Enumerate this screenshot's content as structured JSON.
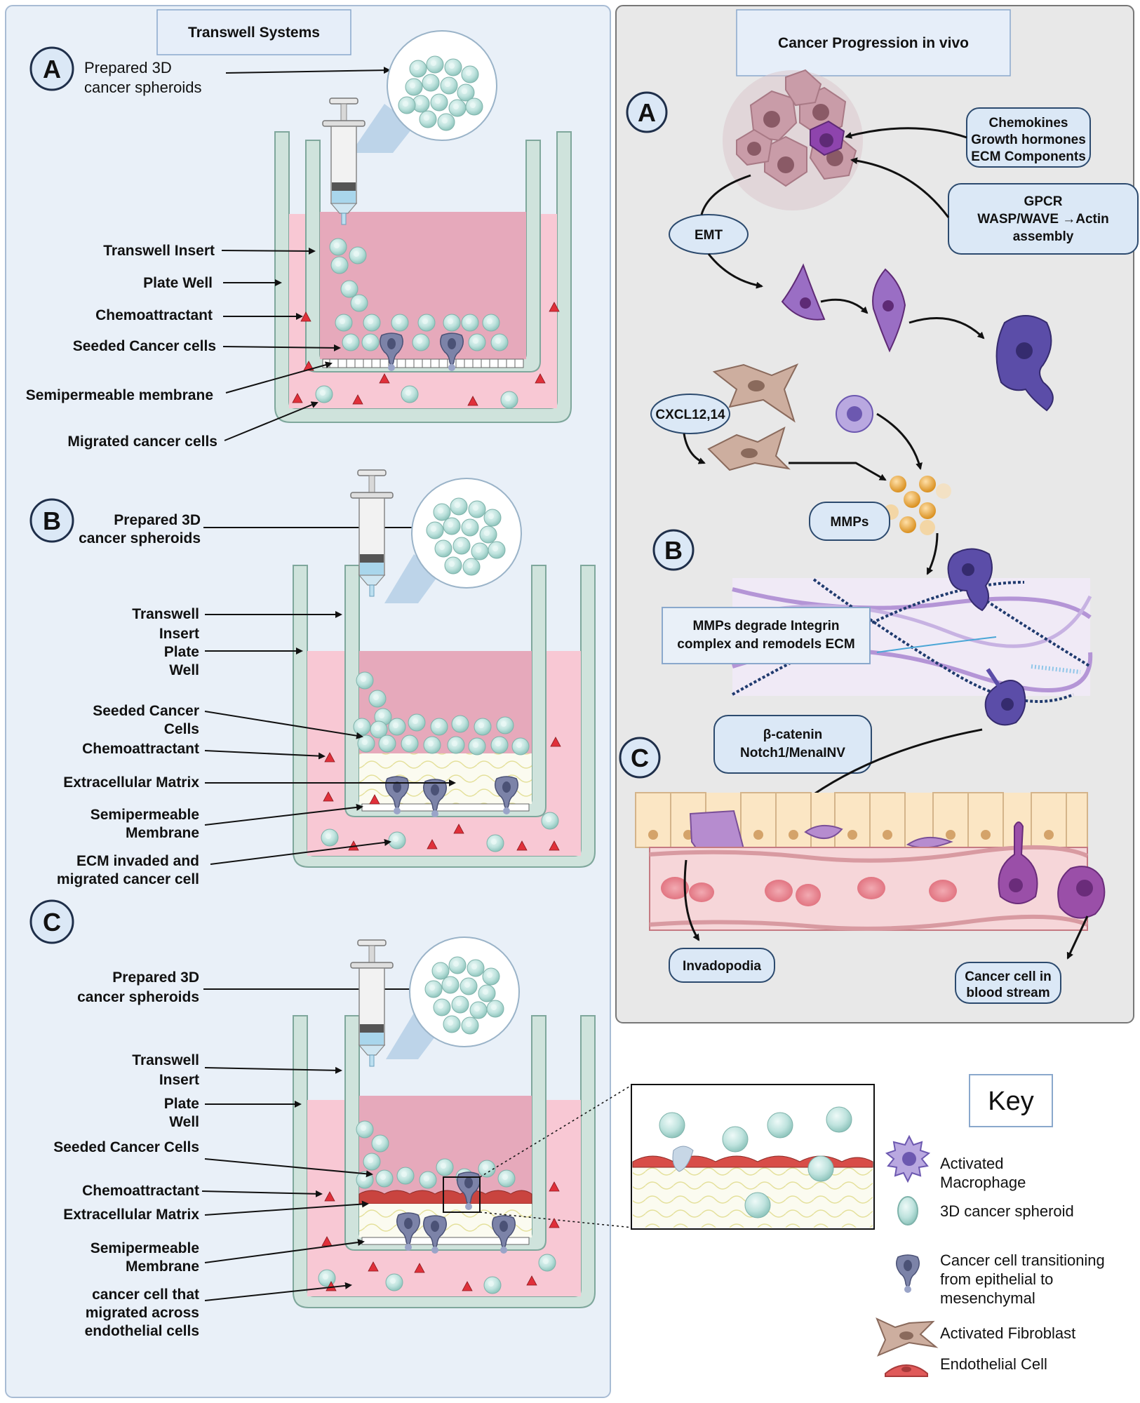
{
  "left_panel": {
    "title": "Transwell Systems",
    "sections": [
      {
        "letter": "A",
        "labels": {
          "spheroids_1": "Prepared 3D",
          "spheroids_2": "cancer spheroids",
          "insert": "Transwell Insert",
          "well": "Plate Well",
          "chemo": "Chemoattractant",
          "seeded": "Seeded Cancer cells",
          "membrane": "Semipermeable membrane",
          "migrated": "Migrated cancer cells"
        }
      },
      {
        "letter": "B",
        "labels": {
          "spheroids_1": "Prepared 3D",
          "spheroids_2": "cancer spheroids",
          "insert_1": "Transwell",
          "insert_2": "Insert",
          "well_1": "Plate",
          "well_2": "Well",
          "seeded_1": "Seeded Cancer",
          "seeded_2": "Cells",
          "chemo": "Chemoattractant",
          "ecm": "Extracellular Matrix",
          "membrane_1": "Semipermeable",
          "membrane_2": "Membrane",
          "invaded_1": "ECM invaded and",
          "invaded_2": "migrated cancer cell"
        }
      },
      {
        "letter": "C",
        "labels": {
          "spheroids_1": "Prepared 3D",
          "spheroids_2": "cancer spheroids",
          "insert_1": "Transwell",
          "insert_2": "Insert",
          "well_1": "Plate",
          "well_2": "Well",
          "seeded": "Seeded Cancer Cells",
          "chemo": "Chemoattractant",
          "ecm": "Extracellular Matrix",
          "membrane_1": "Semipermeable",
          "membrane_2": "Membrane",
          "across_1": "cancer cell that",
          "across_2": "migrated across",
          "across_3": "endothelial cells"
        }
      }
    ]
  },
  "right_panel": {
    "title": "Cancer  Progression in vivo",
    "letters": [
      "A",
      "B",
      "C"
    ],
    "boxes": {
      "chemokines_1": "Chemokines",
      "chemokines_2": "Growth hormones",
      "chemokines_3": "ECM Components",
      "gpcr_1": "GPCR",
      "gpcr_2": "WASP/WAVE →Actin",
      "gpcr_3": "assembly",
      "emt": "EMT",
      "cxcl": "CXCL12,14",
      "mmps": "MMPs",
      "mmp_degrade_1": "MMPs degrade Integrin",
      "mmp_degrade_2": "complex and remodels ECM",
      "bcat_1": "β-catenin",
      "bcat_2": "Notch1/MenaINV",
      "invadopodia": "Invadopodia",
      "bloodstream_1": "Cancer cell in",
      "bloodstream_2": "blood stream"
    }
  },
  "key": {
    "title": "Key",
    "items": [
      {
        "icon": "activated-macrophage-icon",
        "label_1": "Activated",
        "label_2": "Macrophage",
        "label_3": ""
      },
      {
        "icon": "spheroid-cell-icon",
        "label_1": "3D cancer spheroid",
        "label_2": "",
        "label_3": ""
      },
      {
        "icon": "emt-cell-icon",
        "label_1": "Cancer cell transitioning",
        "label_2": "from epithelial to",
        "label_3": "mesenchymal"
      },
      {
        "icon": "fibroblast-icon",
        "label_1": "Activated Fibroblast",
        "label_2": "",
        "label_3": ""
      },
      {
        "icon": "endothelial-cell-icon",
        "label_1": "Endothelial Cell",
        "label_2": "",
        "label_3": ""
      }
    ]
  },
  "colors": {
    "left_bg": "#e9f0f8",
    "right_bg": "#e8e8e8",
    "well_wall": "#cfe3dc",
    "well_stroke": "#7fa79c",
    "medium": "#f8c8d4",
    "insert_medium": "#e6a9bb",
    "pill_fill": "#dbe8f6",
    "pill_stroke": "#2c4a6e",
    "spheroid": "#bfe3de",
    "chemo": "#e0303a",
    "emt_cell": "#8a5bb5",
    "endothelial": "#c9443f"
  }
}
